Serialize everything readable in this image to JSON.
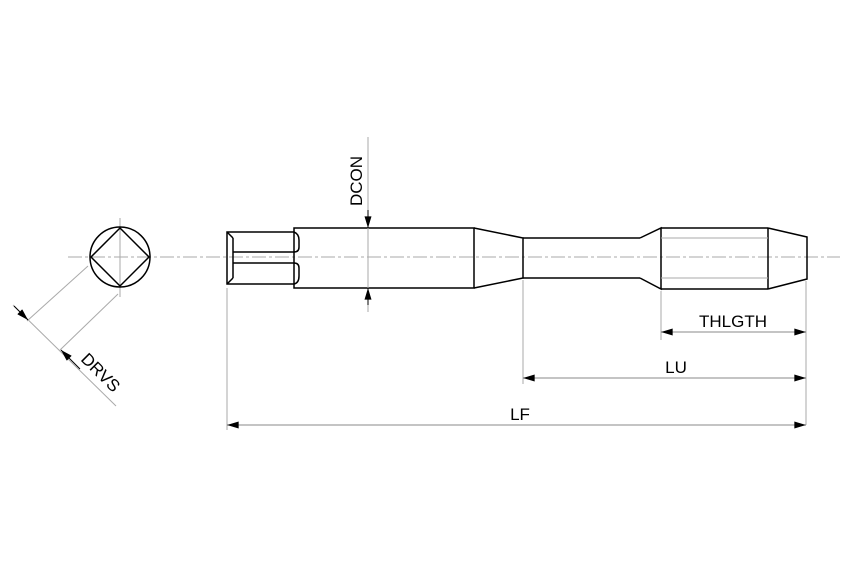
{
  "diagram": {
    "title": "Tap dimension drawing",
    "labels": {
      "dcon": "DCON",
      "drvs": "DRVS",
      "thlgth": "THLGTH",
      "lu": "LU",
      "lf": "LF"
    }
  }
}
